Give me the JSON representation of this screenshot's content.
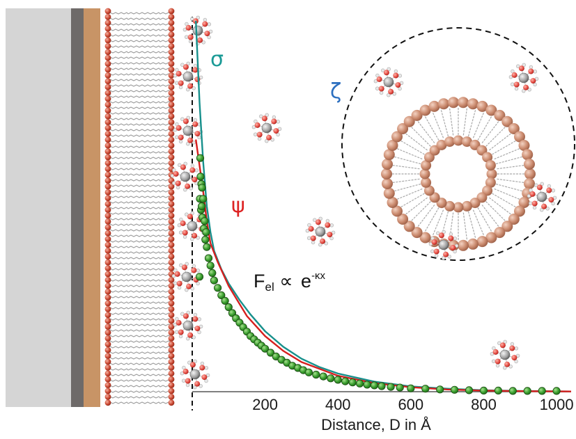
{
  "colors": {
    "slab_light": "#d5d5d5",
    "slab_dark": "#6e6a69",
    "slab_gold": "#c89466",
    "lipid_head": "#c8412c",
    "vesicle_head": "#c98e74",
    "sigma_curve": "#17908c",
    "psi_curve": "#d61f1f",
    "points": "#3a9f2f",
    "sigma_text": "#1a9a96",
    "psi_text": "#dd2222",
    "zeta_text": "#2c6fbf"
  },
  "labels": {
    "sigma": "σ",
    "psi": "ψ",
    "zeta": "ζ",
    "eq_F": "F",
    "eq_sub": "el",
    "eq_prop": " ∝ ",
    "eq_e": "e",
    "eq_exp": "-κx"
  },
  "icons": {
    "ion": "hydrated-ion-icon",
    "vesicle": "lipid-vesicle-icon",
    "bilayer": "supported-lipid-bilayer-icon"
  },
  "chart_data": {
    "type": "scatter",
    "xlabel": "Distance, D in Å",
    "ylabel": "",
    "xlim": [
      0,
      1040
    ],
    "ylim": [
      0,
      1.0
    ],
    "xticks": [
      200,
      400,
      600,
      800,
      1000
    ],
    "grid": false,
    "series": [
      {
        "name": "σ",
        "kind": "line",
        "x": [
          10,
          20,
          30,
          40,
          50,
          60,
          80,
          100,
          130,
          160,
          200,
          250,
          300,
          350,
          400,
          500,
          600,
          700,
          800,
          900,
          1000,
          1040
        ],
        "y": [
          1.0,
          0.78,
          0.62,
          0.5,
          0.43,
          0.38,
          0.33,
          0.292,
          0.247,
          0.208,
          0.163,
          0.121,
          0.089,
          0.066,
          0.049,
          0.027,
          0.014,
          0.008,
          0.004,
          0.002,
          0.001,
          0.0006
        ]
      },
      {
        "name": "ψ",
        "kind": "line",
        "x": [
          10,
          20,
          30,
          40,
          50,
          70,
          100,
          150,
          200,
          250,
          300,
          400,
          500,
          600,
          700,
          800,
          900,
          1000,
          1040
        ],
        "y": [
          0.68,
          0.61,
          0.54,
          0.46,
          0.4,
          0.35,
          0.285,
          0.204,
          0.15,
          0.11,
          0.08,
          0.043,
          0.023,
          0.012,
          0.006,
          0.003,
          0.0015,
          0.0008,
          0.0005
        ]
      },
      {
        "name": "",
        "kind": "points",
        "x": [
          20,
          21,
          22,
          23,
          24,
          25,
          26,
          27,
          28,
          30,
          32,
          34,
          36,
          38,
          40,
          45,
          50,
          55,
          60,
          70,
          80,
          90,
          100,
          110,
          120,
          130,
          140,
          150,
          160,
          170,
          180,
          190,
          200,
          215,
          230,
          245,
          260,
          275,
          290,
          305,
          320,
          340,
          360,
          380,
          400,
          420,
          440,
          460,
          480,
          500,
          520,
          545,
          570,
          600,
          640,
          680,
          720,
          760,
          800,
          840,
          880,
          920,
          960,
          1000
        ],
        "y": [
          0.31,
          0.52,
          0.63,
          0.58,
          0.49,
          0.56,
          0.5,
          0.55,
          0.47,
          0.52,
          0.44,
          0.46,
          0.41,
          0.43,
          0.39,
          0.36,
          0.34,
          0.32,
          0.3,
          0.28,
          0.26,
          0.245,
          0.228,
          0.212,
          0.198,
          0.186,
          0.174,
          0.162,
          0.15,
          0.141,
          0.132,
          0.124,
          0.116,
          0.105,
          0.095,
          0.086,
          0.078,
          0.07,
          0.064,
          0.058,
          0.052,
          0.046,
          0.041,
          0.036,
          0.032,
          0.028,
          0.025,
          0.022,
          0.019,
          0.017,
          0.015,
          0.013,
          0.011,
          0.009,
          0.008,
          0.006,
          0.005,
          0.004,
          0.003,
          0.003,
          0.002,
          0.002,
          0.002,
          0.002
        ]
      }
    ]
  }
}
